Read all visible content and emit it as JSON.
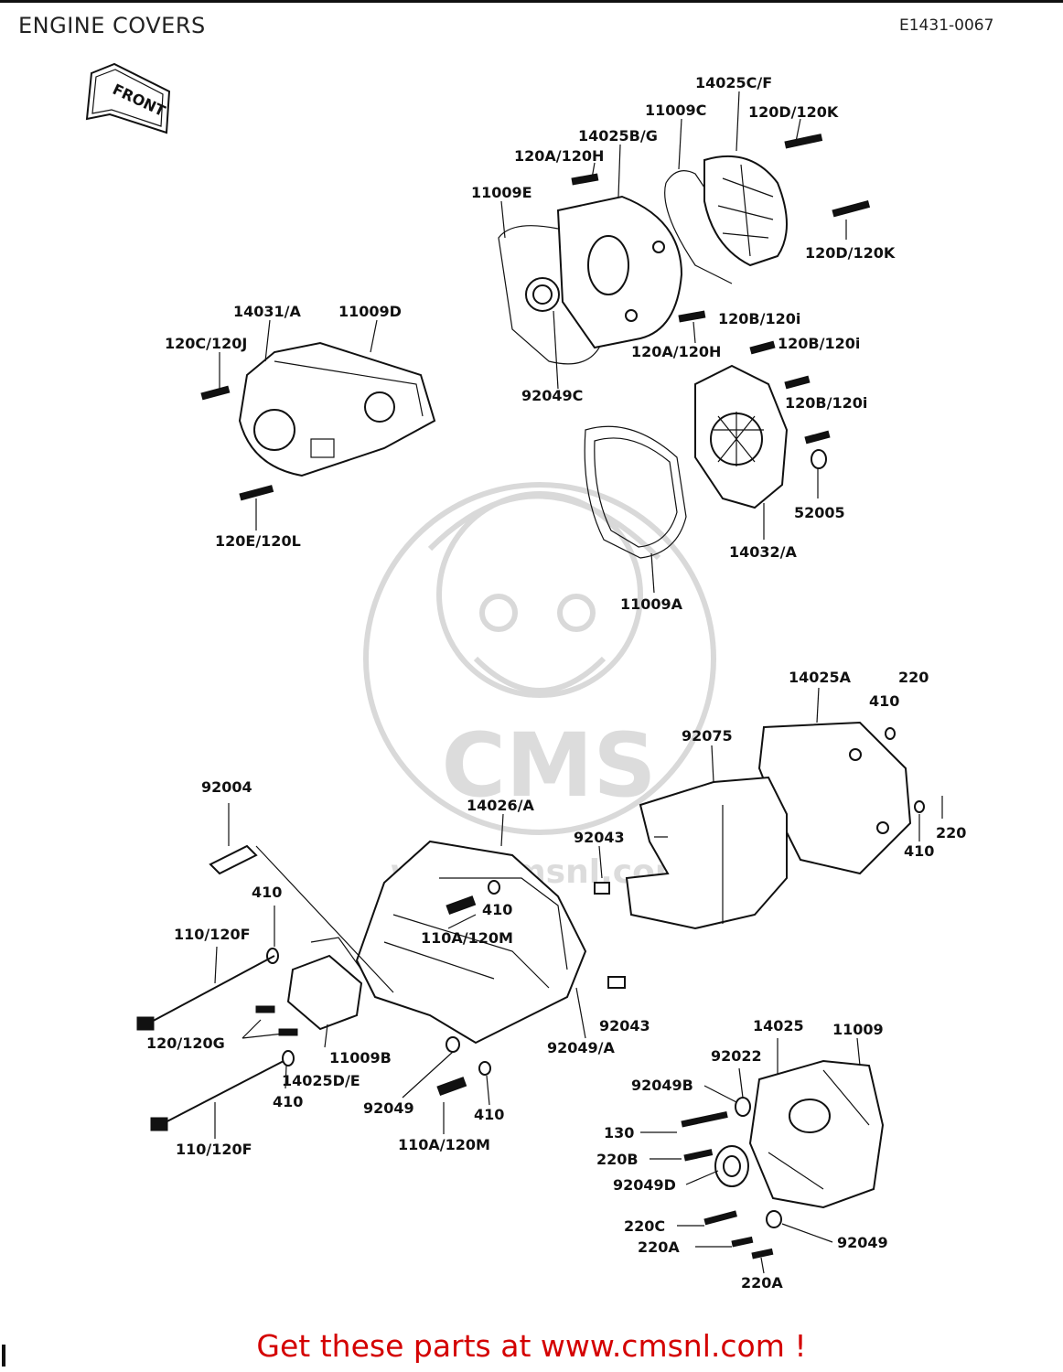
{
  "header": {
    "title": "ENGINE COVERS",
    "code": "E1431-0067"
  },
  "front_arrow": "FRONT",
  "watermark": {
    "logo_text": "CMS",
    "url_text": "www.cmsnl.com"
  },
  "footer": {
    "cta": "Get these parts at www.cmsnl.com !"
  },
  "labels": [
    "14025C/F",
    "11009C",
    "120D/120K",
    "14025B/G",
    "120A/120H",
    "11009E",
    "120D/120K",
    "14031/A",
    "11009D",
    "120C/120J",
    "120B/120i",
    "120A/120H",
    "120B/120i",
    "92049C",
    "120B/120i",
    "52005",
    "120E/120L",
    "14032/A",
    "11009A",
    "14025A",
    "220",
    "410",
    "92075",
    "92004",
    "14026/A",
    "92043",
    "410",
    "220",
    "410",
    "410",
    "110/120F",
    "110A/120M",
    "92043",
    "92049/A",
    "120/120G",
    "11009B",
    "14025D/E",
    "410",
    "92049",
    "410",
    "110A/120M",
    "110/120F",
    "14025",
    "11009",
    "92022",
    "92049B",
    "130",
    "220B",
    "92049D",
    "220C",
    "220A",
    "92049",
    "220A"
  ]
}
